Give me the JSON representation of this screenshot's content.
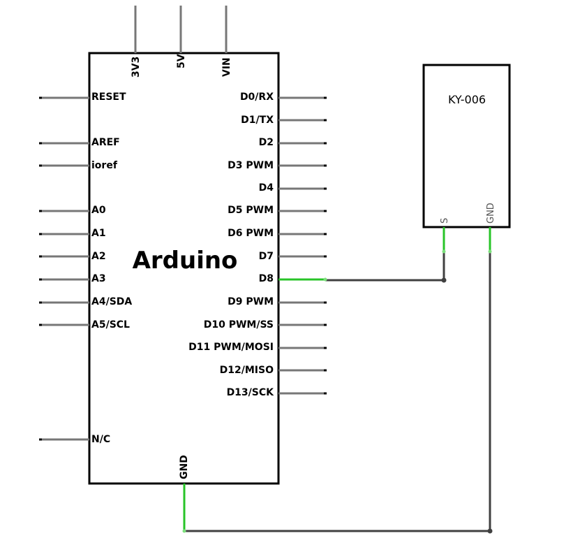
{
  "arduino": {
    "title": "Arduino",
    "top_pins": [
      "3V3",
      "5V",
      "VIN"
    ],
    "left_pins": [
      "RESET",
      "AREF",
      "ioref",
      "A0",
      "A1",
      "A2",
      "A3",
      "A4/SDA",
      "A5/SCL",
      "N/C"
    ],
    "right_pins": [
      "D0/RX",
      "D1/TX",
      "D2",
      "D3 PWM",
      "D4",
      "D5 PWM",
      "D6 PWM",
      "D7",
      "D8",
      "D9 PWM",
      "D10 PWM/SS",
      "D11 PWM/MOSI",
      "D12/MISO",
      "D13/SCK"
    ],
    "bottom_pins": [
      "GND"
    ]
  },
  "module": {
    "title": "KY-006",
    "pins": [
      "S",
      "GND"
    ]
  },
  "connections": [
    {
      "from": "Arduino D8",
      "to": "KY-006 S"
    },
    {
      "from": "Arduino GND",
      "to": "KY-006 GND"
    }
  ],
  "colors": {
    "outline": "#000000",
    "pin": "#777777",
    "wire": "#404040",
    "connected_pin": "#28c428"
  }
}
